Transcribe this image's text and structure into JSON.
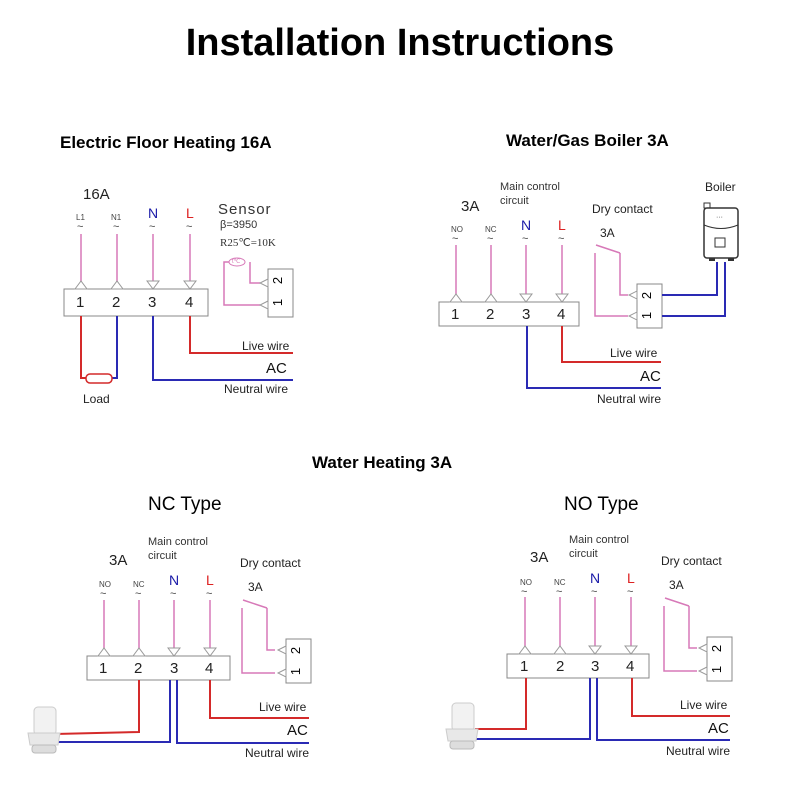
{
  "title": "Installation Instructions",
  "colors": {
    "live": "#d42a2a",
    "neutral": "#2a2ab4",
    "signal": "#d779b8",
    "text_N": "#1a1aa8",
    "text_L": "#d22222"
  },
  "floor": {
    "heading": "Electric Floor Heating 16A",
    "rating": "16A",
    "terminals": [
      {
        "label": "L1",
        "num": "1"
      },
      {
        "label": "N1",
        "num": "2"
      },
      {
        "label": "N",
        "num": "3"
      },
      {
        "label": "L",
        "num": "4"
      }
    ],
    "tilde": "~",
    "sensor_title": "Sensor",
    "sensor_beta": "β=3950",
    "sensor_r": "R25℃=10K",
    "sensor_symbol": "t℃",
    "sensor_pins": [
      "1",
      "2"
    ],
    "load": "Load",
    "live": "Live wire",
    "ac": "AC",
    "neutral": "Neutral wire"
  },
  "boiler": {
    "heading": "Water/Gas Boiler 3A",
    "rating": "3A",
    "main_control": "Main control",
    "circuit": "circuit",
    "terminals": [
      {
        "label": "NO",
        "num": "1"
      },
      {
        "label": "NC",
        "num": "2"
      },
      {
        "label": "N",
        "num": "3"
      },
      {
        "label": "L",
        "num": "4"
      }
    ],
    "dry_contact": "Dry contact",
    "dry_rating": "3A",
    "dry_pins": [
      "1",
      "2"
    ],
    "boiler_label": "Boiler",
    "live": "Live wire",
    "ac": "AC",
    "neutral": "Neutral wire"
  },
  "water": {
    "heading": "Water Heating 3A",
    "nc": {
      "heading": "NC Type",
      "rating": "3A",
      "main_control": "Main control",
      "circuit": "circuit",
      "terminals": [
        {
          "label": "NO",
          "num": "1"
        },
        {
          "label": "NC",
          "num": "2"
        },
        {
          "label": "N",
          "num": "3"
        },
        {
          "label": "L",
          "num": "4"
        }
      ],
      "dry_contact": "Dry contact",
      "dry_rating": "3A",
      "dry_pins": [
        "1",
        "2"
      ],
      "live": "Live wire",
      "ac": "AC",
      "neutral": "Neutral wire"
    },
    "no": {
      "heading": "NO Type",
      "rating": "3A",
      "main_control": "Main control",
      "circuit": "circuit",
      "terminals": [
        {
          "label": "NO",
          "num": "1"
        },
        {
          "label": "NC",
          "num": "2"
        },
        {
          "label": "N",
          "num": "3"
        },
        {
          "label": "L",
          "num": "4"
        }
      ],
      "dry_contact": "Dry contact",
      "dry_rating": "3A",
      "dry_pins": [
        "1",
        "2"
      ],
      "live": "Live wire",
      "ac": "AC",
      "neutral": "Neutral wire"
    }
  }
}
